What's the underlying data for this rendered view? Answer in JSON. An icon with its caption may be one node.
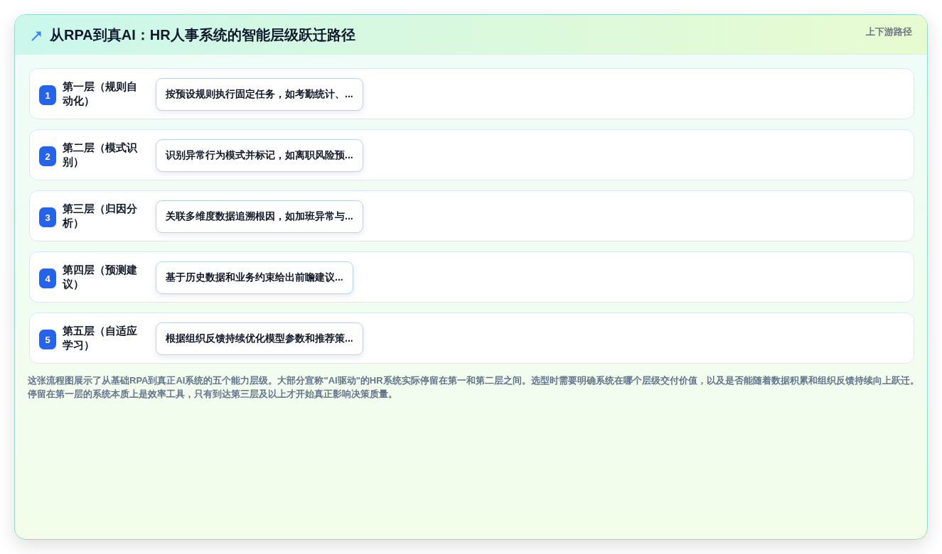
{
  "diagram": {
    "title": "从RPA到真AI：HR人事系统的智能层级跃迁路径",
    "nodes": [
      {
        "text": [
          "第一层（规则自动化）"
        ]
      },
      {
        "text": [
          "1"
        ],
        "in": 0
      },
      {
        "text": [
          "按预设规则执行固定任务，如考勤统计、..."
        ],
        "in": 0
      },
      {
        "text": [
          "第二层（模式识别）"
        ]
      },
      {
        "text": [
          "2"
        ],
        "in": 3
      },
      {
        "text": [
          "识别异常行为模式并标记，如离职风险预..."
        ],
        "in": 3
      },
      {
        "text": [
          "第三层（归因分析）"
        ]
      },
      {
        "text": [
          "3"
        ],
        "in": 6
      },
      {
        "text": [
          "关联多维度数据追溯根因，如加班异常与..."
        ],
        "in": 6
      },
      {
        "text": [
          "第四层（预测建议）"
        ]
      },
      {
        "text": [
          "4"
        ],
        "in": 9
      },
      {
        "text": [
          "基于历史数据和业务约束给出前瞻建议..."
        ],
        "in": 9
      },
      {
        "text": [
          "第五层（自适应学习）"
        ]
      },
      {
        "text": [
          "5"
        ],
        "in": 12
      },
      {
        "text": [
          "根据组织反馈持续优化模型参数和推荐策..."
        ],
        "in": 12
      }
    ],
    "labels": [
      "上下游路径"
    ],
    "caption": "这张流程图展示了从基础RPA到真正AI系统的五个能力层级。大部分宣称\"AI驱动\"的HR系统实际停留在第一和第二层之间。选型时需要明确系统在哪个层级交付价值，以及是否能随着数据积累和组织反馈持续向上跃迁。停留在第一层的系统本质上是效率工具，只有到达第三层及以上才开始真正影响决策质量。"
  }
}
